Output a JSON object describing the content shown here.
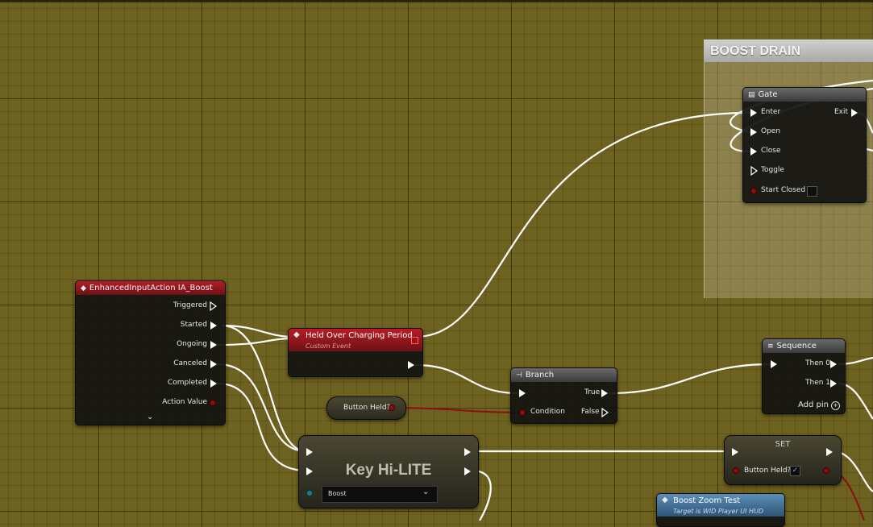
{
  "comment": {
    "title": "BOOST DRAIN"
  },
  "gate": {
    "title": "Gate",
    "inputs": [
      "Enter",
      "Open",
      "Close",
      "Toggle"
    ],
    "start_closed_label": "Start Closed",
    "output": "Exit"
  },
  "input_action": {
    "title": "EnhancedInputAction IA_Boost",
    "pins": [
      "Triggered",
      "Started",
      "Ongoing",
      "Canceled",
      "Completed",
      "Action Value"
    ]
  },
  "custom_event": {
    "title": "Held Over Charging Period",
    "subtitle": "Custom Event"
  },
  "button_held_getter": {
    "label": "Button Held?"
  },
  "branch": {
    "title": "Branch",
    "condition": "Condition",
    "true_label": "True",
    "false_label": "False"
  },
  "sequence": {
    "title": "Sequence",
    "then0": "Then 0",
    "then1": "Then 1",
    "add_pin": "Add pin"
  },
  "key_hilite": {
    "title": "Key Hi-LITE",
    "dropdown_value": "Boost"
  },
  "set_node": {
    "title": "SET",
    "var_label": "Button Held?",
    "checked": true
  },
  "boost_zoom": {
    "title": "Boost Zoom Test",
    "subtitle": "Target is WID Player UI HUD"
  },
  "colors": {
    "exec": "#ffffff",
    "bool_pin": "#8c0f0f",
    "event_header": "#b81d24",
    "background": "#6e6220"
  }
}
